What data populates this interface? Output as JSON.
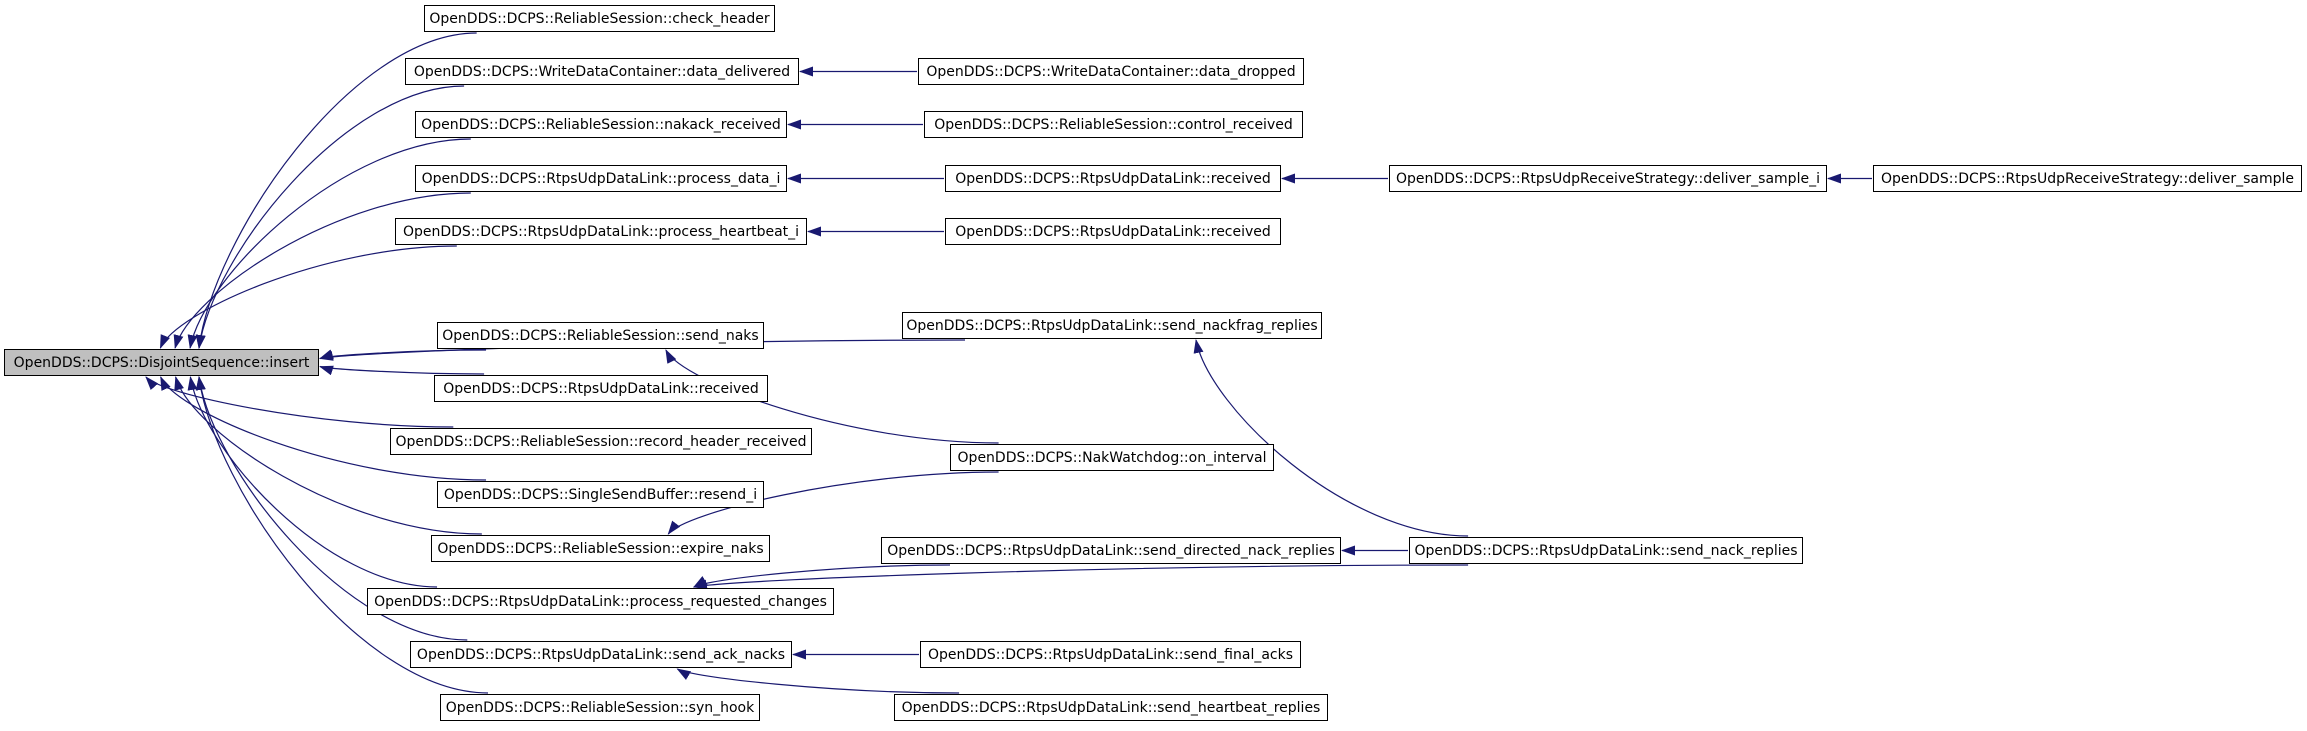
{
  "diagram": {
    "type": "call-graph",
    "colors": {
      "edge": "#191970",
      "root_fill": "#bfbfbf",
      "node_border": "#000000",
      "background": "#ffffff"
    },
    "nodes": [
      {
        "id": "insert",
        "label": "OpenDDS::DCPS::DisjointSequence::insert",
        "root": true
      },
      {
        "id": "check_header",
        "label": "OpenDDS::DCPS::ReliableSession::check_header"
      },
      {
        "id": "data_delivered",
        "label": "OpenDDS::DCPS::WriteDataContainer::data_delivered"
      },
      {
        "id": "data_dropped",
        "label": "OpenDDS::DCPS::WriteDataContainer::data_dropped"
      },
      {
        "id": "nakack_received",
        "label": "OpenDDS::DCPS::ReliableSession::nakack_received"
      },
      {
        "id": "control_received",
        "label": "OpenDDS::DCPS::ReliableSession::control_received"
      },
      {
        "id": "process_data_i",
        "label": "OpenDDS::DCPS::RtpsUdpDataLink::process_data_i"
      },
      {
        "id": "received_1",
        "label": "OpenDDS::DCPS::RtpsUdpDataLink::received"
      },
      {
        "id": "deliver_sample_i",
        "label": "OpenDDS::DCPS::RtpsUdpReceiveStrategy::deliver_sample_i"
      },
      {
        "id": "deliver_sample",
        "label": "OpenDDS::DCPS::RtpsUdpReceiveStrategy::deliver_sample"
      },
      {
        "id": "process_heartbeat_i",
        "label": "OpenDDS::DCPS::RtpsUdpDataLink::process_heartbeat_i"
      },
      {
        "id": "received_2",
        "label": "OpenDDS::DCPS::RtpsUdpDataLink::received"
      },
      {
        "id": "send_nackfrag_replies",
        "label": "OpenDDS::DCPS::RtpsUdpDataLink::send_nackfrag_replies"
      },
      {
        "id": "send_naks",
        "label": "OpenDDS::DCPS::ReliableSession::send_naks"
      },
      {
        "id": "received_3",
        "label": "OpenDDS::DCPS::RtpsUdpDataLink::received"
      },
      {
        "id": "record_header_received",
        "label": "OpenDDS::DCPS::ReliableSession::record_header_received"
      },
      {
        "id": "on_interval",
        "label": "OpenDDS::DCPS::NakWatchdog::on_interval"
      },
      {
        "id": "resend_i",
        "label": "OpenDDS::DCPS::SingleSendBuffer::resend_i"
      },
      {
        "id": "expire_naks",
        "label": "OpenDDS::DCPS::ReliableSession::expire_naks"
      },
      {
        "id": "send_directed_nack_replies",
        "label": "OpenDDS::DCPS::RtpsUdpDataLink::send_directed_nack_replies"
      },
      {
        "id": "send_nack_replies",
        "label": "OpenDDS::DCPS::RtpsUdpDataLink::send_nack_replies"
      },
      {
        "id": "process_requested_changes",
        "label": "OpenDDS::DCPS::RtpsUdpDataLink::process_requested_changes"
      },
      {
        "id": "send_ack_nacks",
        "label": "OpenDDS::DCPS::RtpsUdpDataLink::send_ack_nacks"
      },
      {
        "id": "send_final_acks",
        "label": "OpenDDS::DCPS::RtpsUdpDataLink::send_final_acks"
      },
      {
        "id": "syn_hook",
        "label": "OpenDDS::DCPS::ReliableSession::syn_hook"
      },
      {
        "id": "send_heartbeat_replies",
        "label": "OpenDDS::DCPS::RtpsUdpDataLink::send_heartbeat_replies"
      }
    ],
    "edges": [
      {
        "from": "check_header",
        "to": "insert"
      },
      {
        "from": "data_delivered",
        "to": "insert"
      },
      {
        "from": "nakack_received",
        "to": "insert"
      },
      {
        "from": "process_data_i",
        "to": "insert"
      },
      {
        "from": "process_heartbeat_i",
        "to": "insert"
      },
      {
        "from": "send_nackfrag_replies",
        "to": "insert"
      },
      {
        "from": "send_naks",
        "to": "insert"
      },
      {
        "from": "received_3",
        "to": "insert"
      },
      {
        "from": "record_header_received",
        "to": "insert"
      },
      {
        "from": "resend_i",
        "to": "insert"
      },
      {
        "from": "expire_naks",
        "to": "insert"
      },
      {
        "from": "process_requested_changes",
        "to": "insert"
      },
      {
        "from": "send_ack_nacks",
        "to": "insert"
      },
      {
        "from": "syn_hook",
        "to": "insert"
      },
      {
        "from": "data_dropped",
        "to": "data_delivered"
      },
      {
        "from": "control_received",
        "to": "nakack_received"
      },
      {
        "from": "received_1",
        "to": "process_data_i"
      },
      {
        "from": "deliver_sample_i",
        "to": "received_1"
      },
      {
        "from": "deliver_sample",
        "to": "deliver_sample_i"
      },
      {
        "from": "received_2",
        "to": "process_heartbeat_i"
      },
      {
        "from": "send_nack_replies",
        "to": "send_nackfrag_replies"
      },
      {
        "from": "on_interval",
        "to": "send_naks"
      },
      {
        "from": "on_interval",
        "to": "expire_naks"
      },
      {
        "from": "send_nack_replies",
        "to": "send_directed_nack_replies"
      },
      {
        "from": "send_directed_nack_replies",
        "to": "process_requested_changes"
      },
      {
        "from": "send_nack_replies",
        "to": "process_requested_changes"
      },
      {
        "from": "send_final_acks",
        "to": "send_ack_nacks"
      },
      {
        "from": "send_heartbeat_replies",
        "to": "send_ack_nacks"
      }
    ]
  }
}
